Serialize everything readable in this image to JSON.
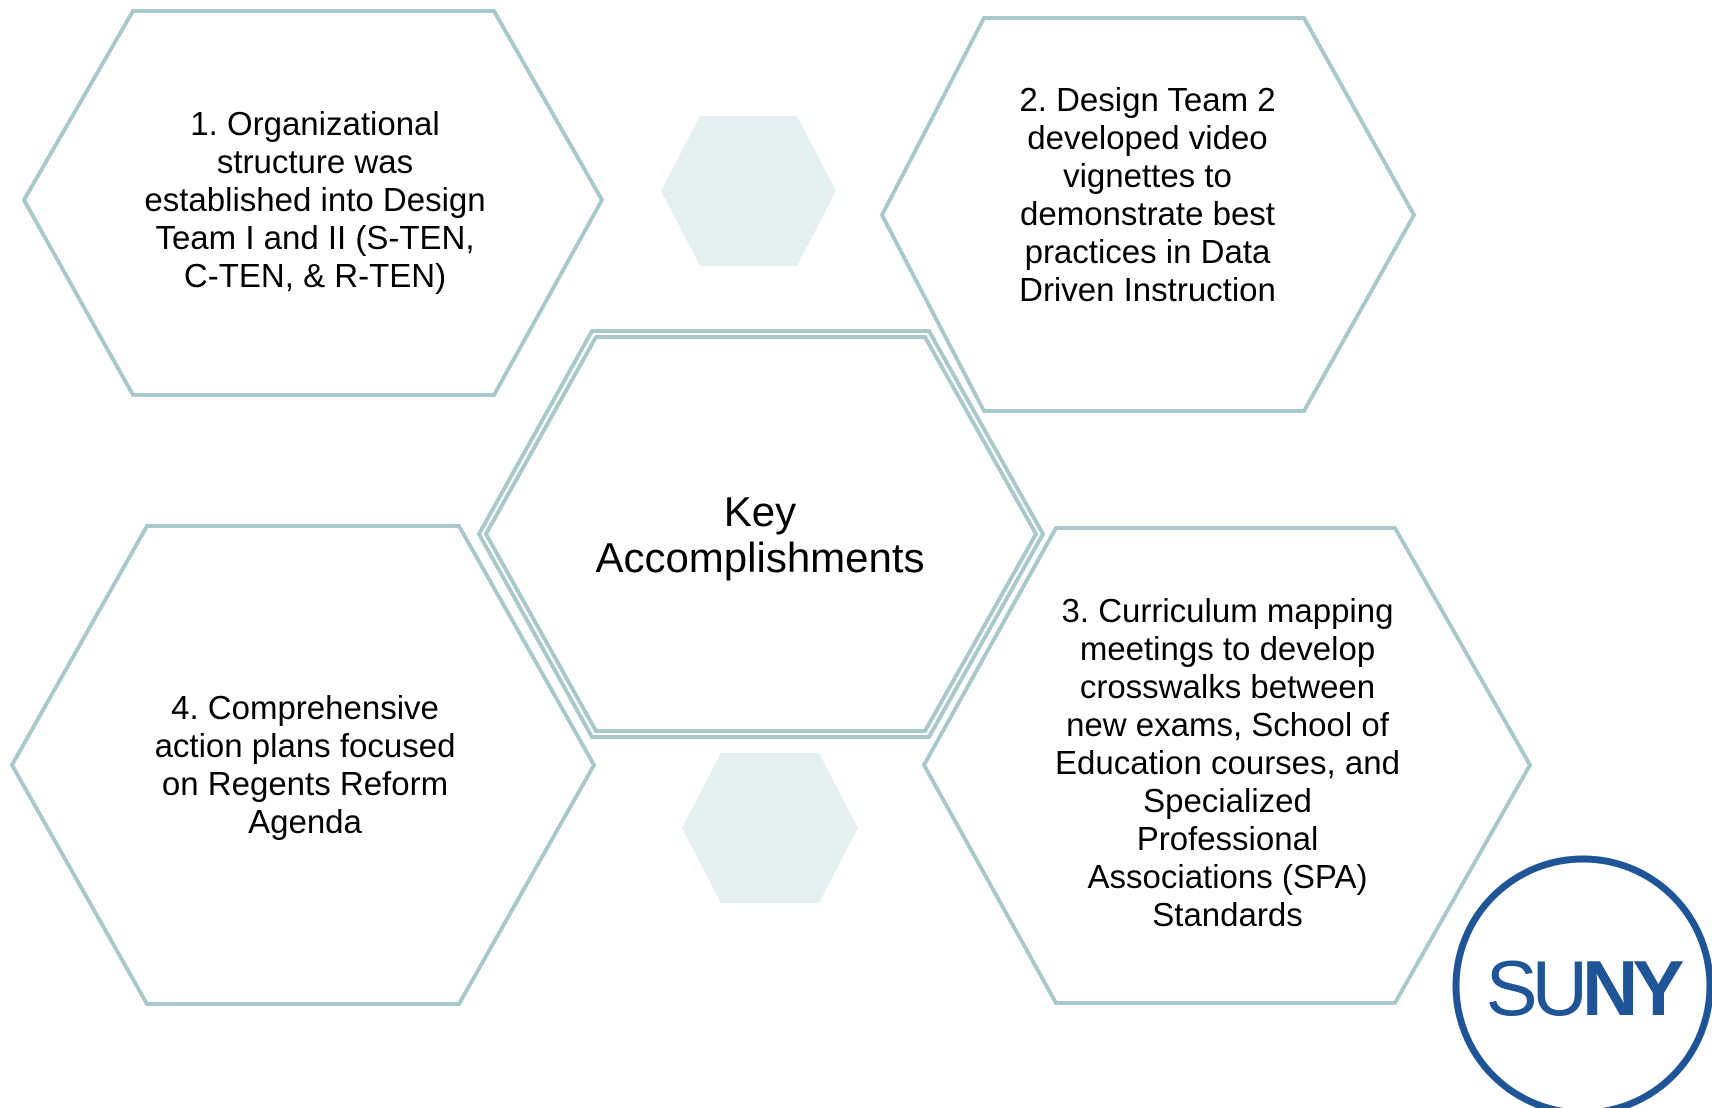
{
  "diagram": {
    "center_label": "Key\nAccomplishments",
    "items": [
      {
        "text": "1. Organizational\nstructure was\nestablished into Design\nTeam I and II (S-TEN,\nC-TEN, & R-TEN)"
      },
      {
        "text": "2.  Design Team 2\ndeveloped video\nvignettes to\ndemonstrate best\npractices in Data\nDriven Instruction"
      },
      {
        "text": "3.  Curriculum mapping\nmeetings to develop\ncrosswalks between\nnew exams, School of\nEducation courses, and\nSpecialized\nProfessional\nAssociations (SPA)\nStandards"
      },
      {
        "text": "4.  Comprehensive\naction plans focused\non Regents Reform\nAgenda"
      }
    ]
  },
  "logo": {
    "text_light": "SU",
    "text_bold": "NY",
    "color": "#1f5596"
  },
  "colors": {
    "hex_stroke": "#a8c8cc",
    "hex_fill_light": "#e3eff1"
  }
}
